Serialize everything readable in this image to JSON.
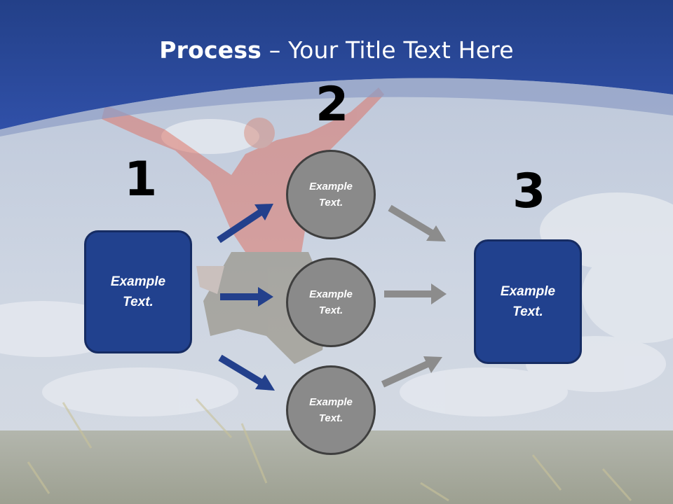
{
  "slide": {
    "title_bold": "Process",
    "title_rest": " – Your Title Text Here"
  },
  "steps": {
    "one": "1",
    "two": "2",
    "three": "3"
  },
  "boxes": {
    "left": "Example\nText.",
    "right": "Example\nText."
  },
  "circles": [
    {
      "label": "Example\nText."
    },
    {
      "label": "Example\nText."
    },
    {
      "label": "Example\nText."
    }
  ],
  "colors": {
    "header_blue": "#2a4a9a",
    "box_fill": "#21418e",
    "box_border": "#162c63",
    "circle_fill": "#8a8a8a",
    "circle_border": "#3f3f3f",
    "arrow_blue": "#23408c",
    "arrow_gray": "#8c8c8c"
  }
}
